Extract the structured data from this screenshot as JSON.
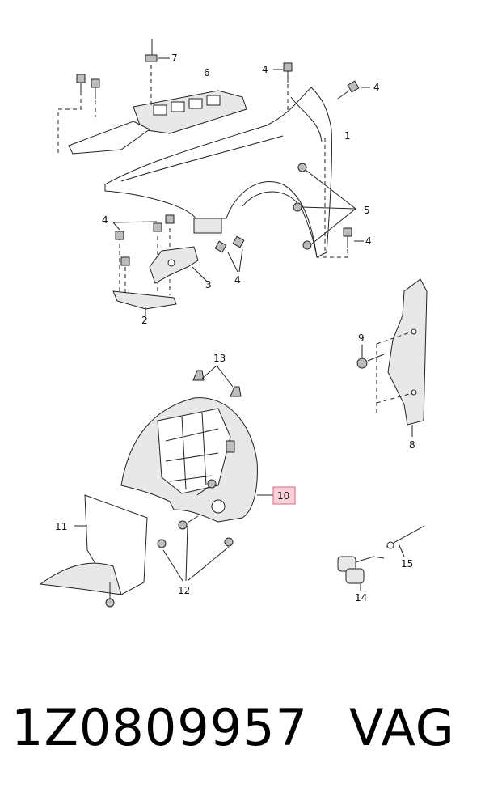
{
  "callouts": {
    "c1": "1",
    "c2": "2",
    "c3": "3",
    "c4a": "4",
    "c4b": "4",
    "c4c": "4",
    "c4d": "4",
    "c4e": "4",
    "c5": "5",
    "c6": "6",
    "c7": "7",
    "c8": "8",
    "c9": "9",
    "c10": "10",
    "c11": "11",
    "c12": "12",
    "c13": "13",
    "c14": "14",
    "c15": "15"
  },
  "highlight_color": "#f8d0d8",
  "caption": {
    "part_number": "1Z0809957",
    "brand": "VAG"
  }
}
